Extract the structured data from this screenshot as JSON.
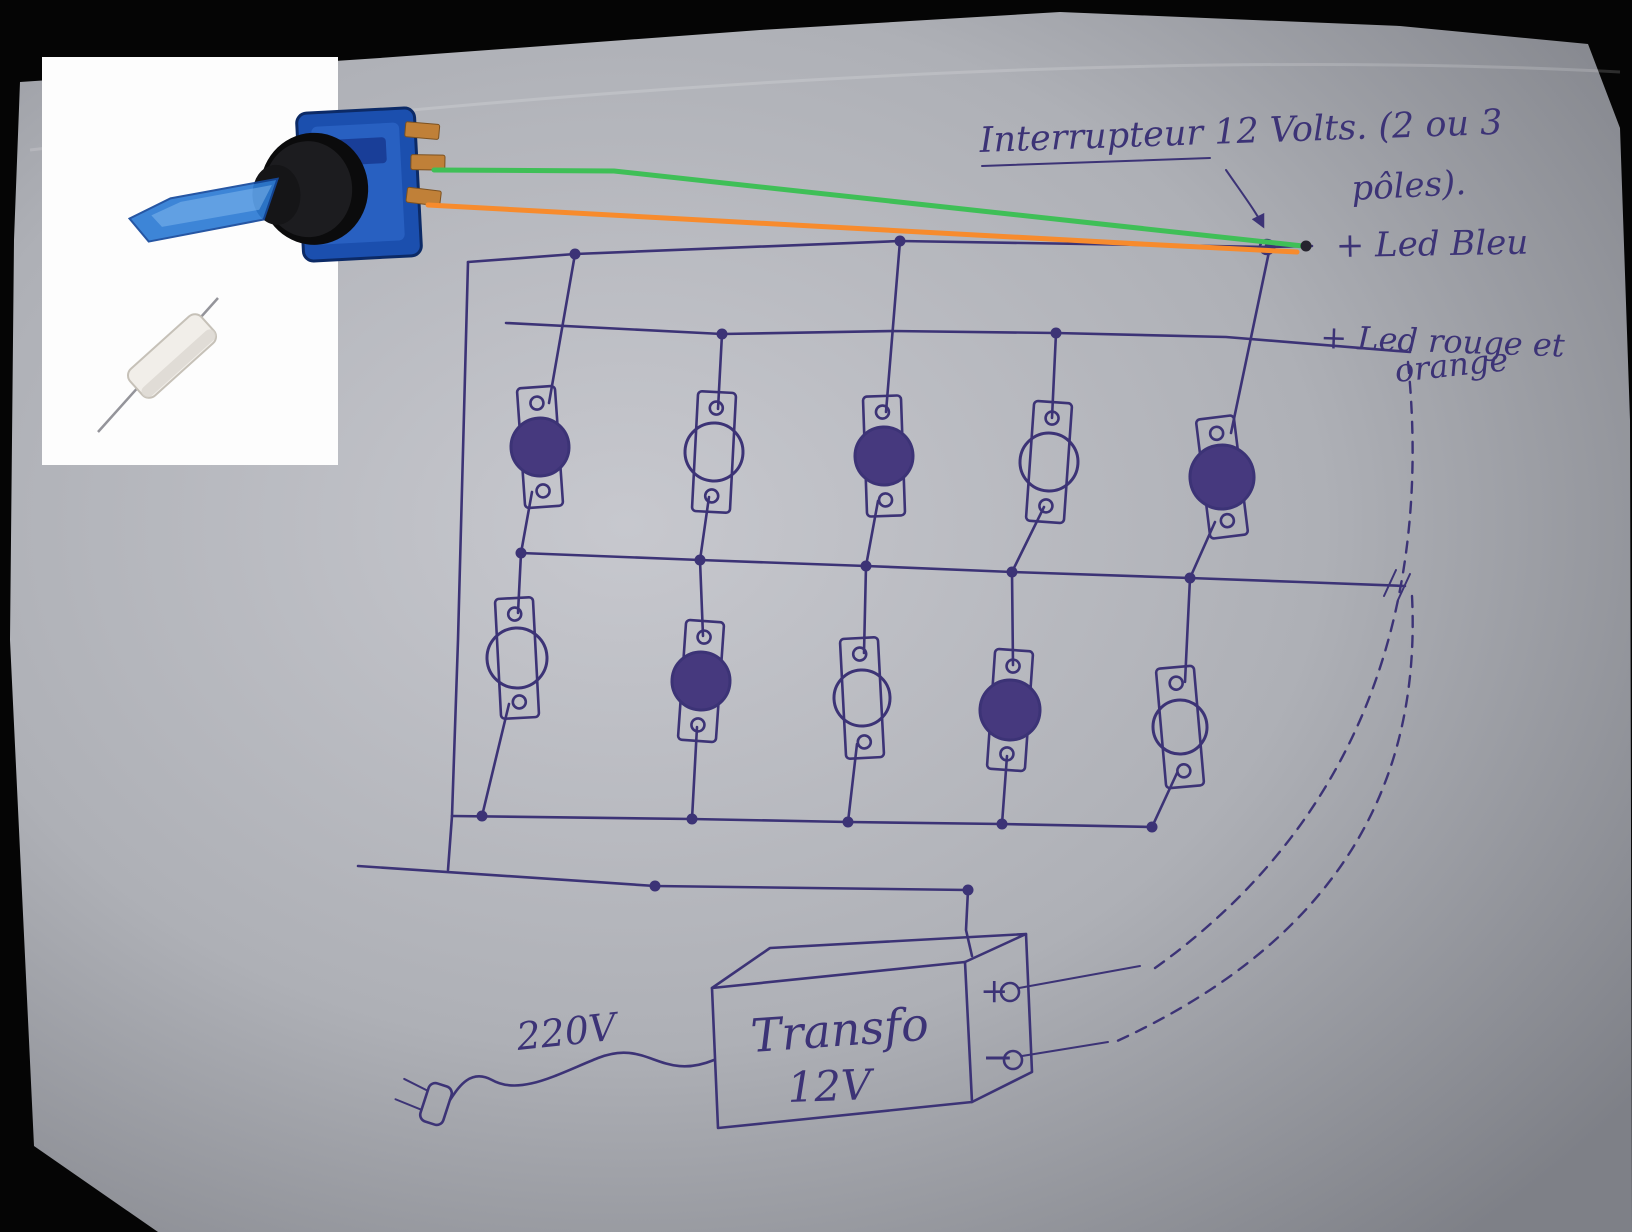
{
  "colors": {
    "ink": "#3c3376",
    "led-fill": "#46397e",
    "green-wire": "#3fbf57",
    "orange-wire": "#f78b2d",
    "switch-blue": "#1b4fae",
    "lever-blue": "#2d7bd4",
    "terminal-copper": "#c08038",
    "paper-light": "#c7c8ce",
    "paper-mid": "#aeb0b6",
    "paper-dark": "#7e8087",
    "photo-background": "#050505"
  },
  "annotations": {
    "switch_title_line1": "Interrupteur 12 Volts. (2 ou 3",
    "switch_title_line2": "pôles).",
    "led_blue_label": "+ Led Bleu",
    "led_red_label_line1": "+ Led rouge et",
    "led_red_label_line2": "orange",
    "mains_voltage": "220V",
    "transformer_line1": "Transfo",
    "transformer_line2": "12V",
    "plus_terminal": "+",
    "minus_terminal": "−"
  },
  "leds": {
    "rows": 2,
    "per_row": 5,
    "states": [
      "blue",
      "red/orange",
      "blue",
      "red/orange",
      "blue",
      "red/orange",
      "blue",
      "red/orange",
      "blue",
      "red/orange"
    ],
    "fills": [
      "#46397e",
      "none",
      "#46397e",
      "none",
      "#46397e",
      "none",
      "#46397e",
      "none",
      "#46397e",
      "none"
    ]
  }
}
